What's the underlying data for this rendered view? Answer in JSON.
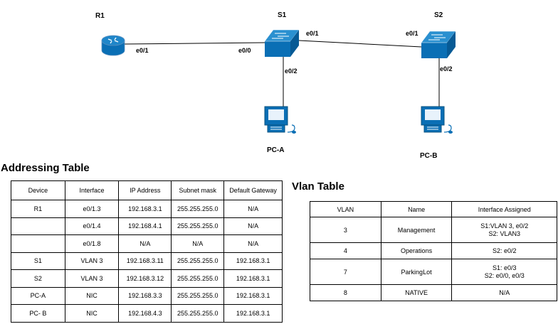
{
  "topology": {
    "nodes": {
      "r1": {
        "label": "R1",
        "icon": "router-icon"
      },
      "s1": {
        "label": "S1",
        "icon": "switch-icon"
      },
      "s2": {
        "label": "S2",
        "icon": "switch-icon"
      },
      "pca": {
        "label": "PC-A",
        "icon": "pc-icon"
      },
      "pcb": {
        "label": "PC-B",
        "icon": "pc-icon"
      }
    },
    "ports": {
      "r1_e01": "e0/1",
      "s1_e00": "e0/0",
      "s1_e01": "e0/1",
      "s2_e01": "e0/1",
      "s1_e02": "e0/2",
      "s2_e02": "e0/2"
    },
    "colors": {
      "device_fill": "#0a6fb5",
      "link": "#000000"
    }
  },
  "addressing": {
    "title": "Addressing Table",
    "headers": [
      "Device",
      "Interface",
      "IP Address",
      "Subnet mask",
      "Default Gateway"
    ],
    "rows": [
      [
        "R1",
        "e0/1.3",
        "192.168.3.1",
        "255.255.255.0",
        "N/A"
      ],
      [
        "",
        "e0/1.4",
        "192.168.4.1",
        "255.255.255.0",
        "N/A"
      ],
      [
        "",
        "e0/1.8",
        "N/A",
        "N/A",
        "N/A"
      ],
      [
        "S1",
        "VLAN 3",
        "192.168.3.11",
        "255.255.255.0",
        "192.168.3.1"
      ],
      [
        "S2",
        "VLAN 3",
        "192.168.3.12",
        "255.255.255.0",
        "192.168.3.1"
      ],
      [
        "PC-A",
        "NIC",
        "192.168.3.3",
        "255.255.255.0",
        "192.168.3.1"
      ],
      [
        "PC- B",
        "NIC",
        "192.168.4.3",
        "255.255.255.0",
        "192.168.3.1"
      ]
    ]
  },
  "vlan": {
    "title": "Vlan Table",
    "headers": [
      "VLAN",
      "Name",
      "Interface Assigned"
    ],
    "rows": [
      {
        "vlan": "3",
        "name": "Management",
        "iface": [
          "S1:VLAN 3, e0/2",
          "S2: VLAN3"
        ]
      },
      {
        "vlan": "4",
        "name": "Operations",
        "iface": [
          "S2: e0/2"
        ]
      },
      {
        "vlan": "7",
        "name": "ParkingLot",
        "iface": [
          "S1: e0/3",
          "S2: e0/0, e0/3"
        ]
      },
      {
        "vlan": "8",
        "name": "NATIVE",
        "iface": [
          "N/A"
        ]
      }
    ]
  }
}
